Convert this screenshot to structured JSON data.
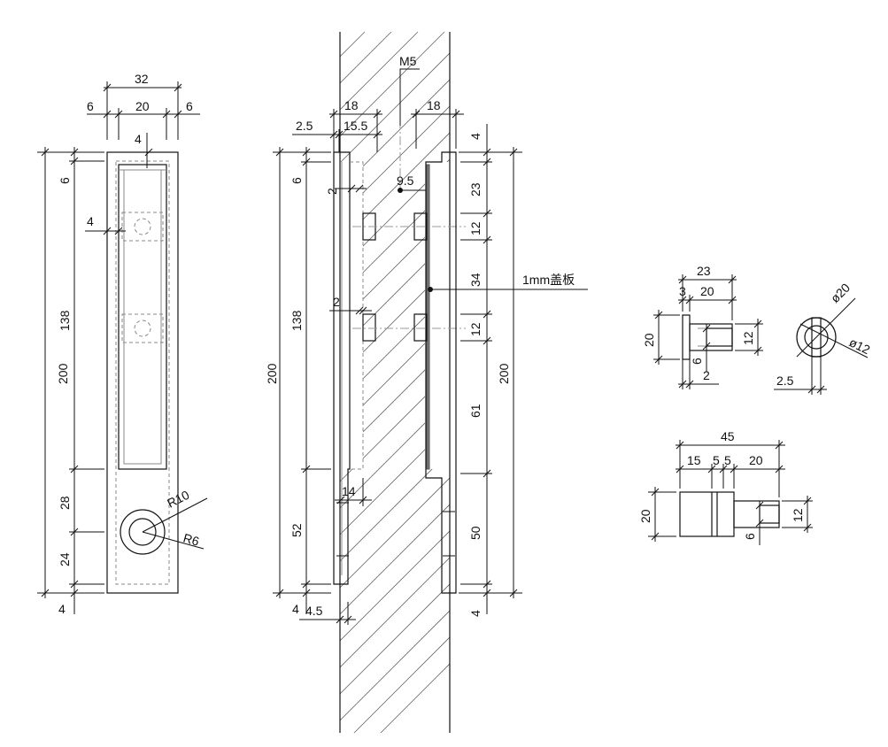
{
  "front_view": {
    "top_overall": "32",
    "top_left": "6",
    "top_mid": "20",
    "top_right": "6",
    "top_gap": "4",
    "left_total": "200",
    "left_6": "6",
    "left_138": "138",
    "left_28": "28",
    "left_24": "24",
    "left_4": "4",
    "side_4": "4",
    "radius_outer": "R10",
    "radius_inner": "R6"
  },
  "section_view": {
    "left_18": "18",
    "left_2_5": "2.5",
    "left_15_5": "15.5",
    "left_total": "200",
    "left_6": "6",
    "left_138": "138",
    "left_52": "52",
    "left_4": "4",
    "left_4_5": "4.5",
    "inner_2a": "2",
    "inner_2b": "2",
    "inner_14": "14",
    "screw": "M5",
    "depth_9_5": "9.5",
    "right_18": "18",
    "right_4": "4",
    "right_23": "23",
    "right_12a": "12",
    "right_34": "34",
    "right_12b": "12",
    "right_61": "61",
    "right_50": "50",
    "right_4b": "4",
    "right_total": "200",
    "cover_plate": "1mm盖板"
  },
  "detail_small": {
    "top_23": "23",
    "top_3": "3",
    "top_20": "20",
    "left_20": "20",
    "right_12": "12",
    "inner_6": "6",
    "bottom_2": "2"
  },
  "detail_circle": {
    "dia_20": "ø20",
    "dia_12": "ø12",
    "offset_2_5": "2.5"
  },
  "detail_long": {
    "overall_45": "45",
    "seg_15": "15",
    "seg_5a": "5",
    "seg_5b": "5",
    "seg_20": "20",
    "left_20": "20",
    "right_12": "12",
    "inner_6": "6"
  }
}
